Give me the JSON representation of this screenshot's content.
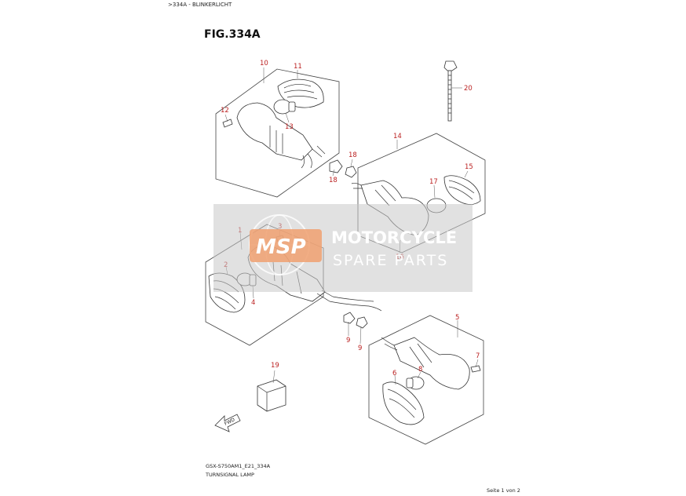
{
  "breadcrumb": ">334A - BLINKERLICHT",
  "figure_title": "FIG.334A",
  "model_code": "GSX-S750AM1_E21_334A",
  "description": "TURNSIGNAL LAMP",
  "pagination": "Seite 1 von 2",
  "watermark": {
    "badge": "MSP",
    "line1": "MOTORCYCLE",
    "line2": "SPARE PARTS"
  },
  "fwd_label": "FWD",
  "callouts": [
    {
      "id": "c10",
      "label": "10"
    },
    {
      "id": "c11",
      "label": "11"
    },
    {
      "id": "c12",
      "label": "12"
    },
    {
      "id": "c13",
      "label": "13"
    },
    {
      "id": "c20",
      "label": "20"
    },
    {
      "id": "c14",
      "label": "14"
    },
    {
      "id": "c18a",
      "label": "18"
    },
    {
      "id": "c18b",
      "label": "18"
    },
    {
      "id": "c15",
      "label": "15"
    },
    {
      "id": "c17",
      "label": "17"
    },
    {
      "id": "c16",
      "label": "16"
    },
    {
      "id": "c1",
      "label": "1"
    },
    {
      "id": "c3",
      "label": "3"
    },
    {
      "id": "c2",
      "label": "2"
    },
    {
      "id": "c4",
      "label": "4"
    },
    {
      "id": "c9a",
      "label": "9"
    },
    {
      "id": "c9b",
      "label": "9"
    },
    {
      "id": "c5",
      "label": "5"
    },
    {
      "id": "c7",
      "label": "7"
    },
    {
      "id": "c6",
      "label": "6"
    },
    {
      "id": "c8",
      "label": "8"
    },
    {
      "id": "c19",
      "label": "19"
    }
  ]
}
